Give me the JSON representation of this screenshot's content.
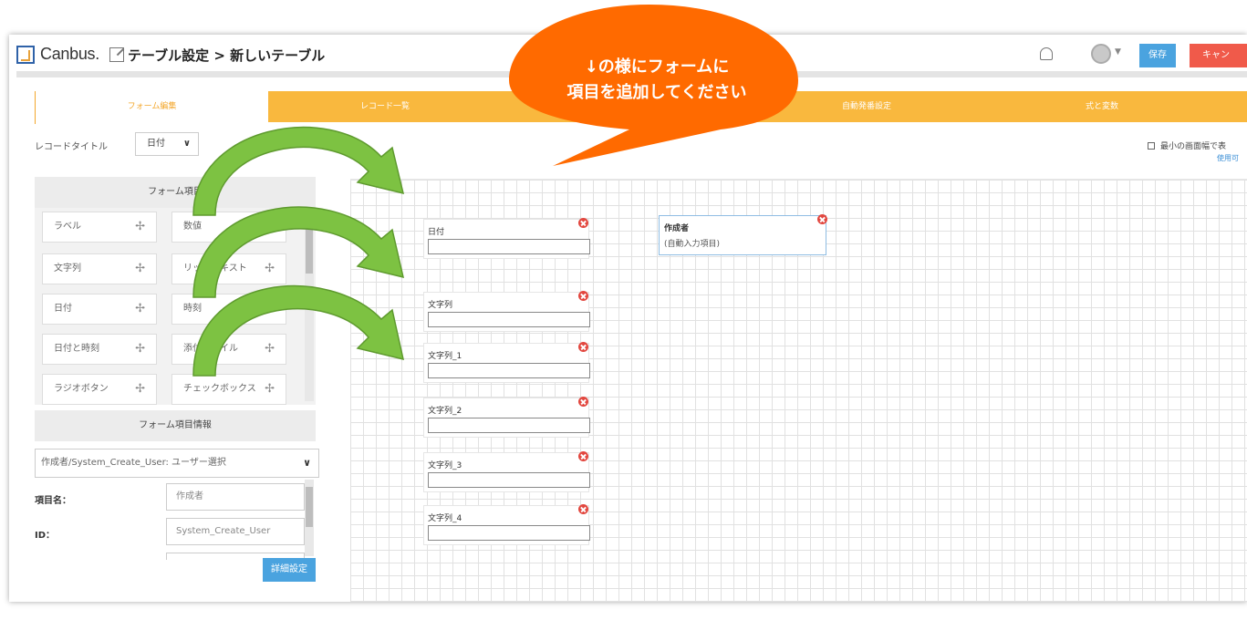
{
  "app": {
    "logo_text": "Canbus."
  },
  "header": {
    "breadcrumb": "テーブル設定 > 新しいテーブル",
    "save_label": "保存",
    "cancel_label": "キャン"
  },
  "tabs": [
    {
      "label": "フォーム編集",
      "active": true
    },
    {
      "label": "レコード一覧",
      "active": false
    },
    {
      "label": "自動発番設定",
      "active": false
    },
    {
      "label": "式と変数",
      "active": false
    }
  ],
  "record_title": {
    "label": "レコードタイトル",
    "value": "日付"
  },
  "min_width": {
    "label": "最小の画面幅で表",
    "link": "使用可"
  },
  "form_items": {
    "header": "フォーム項目",
    "items": [
      {
        "label": "ラベル"
      },
      {
        "label": "数値"
      },
      {
        "label": "文字列"
      },
      {
        "label": "リッチテキスト"
      },
      {
        "label": "日付"
      },
      {
        "label": "時刻"
      },
      {
        "label": "日付と時刻"
      },
      {
        "label": "添付ファイル"
      },
      {
        "label": "ラジオボタン"
      },
      {
        "label": "チェックボックス"
      }
    ]
  },
  "item_info": {
    "header": "フォーム項目情報",
    "selected": "作成者/System_Create_User: ユーザー選択",
    "name_label": "項目名：",
    "name_value": "作成者",
    "id_label": "ID：",
    "id_value": "System_Create_User",
    "detail_button": "詳細設定"
  },
  "canvas": {
    "fields": [
      {
        "label": "日付"
      },
      {
        "label": "文字列"
      },
      {
        "label": "文字列_1"
      },
      {
        "label": "文字列_2"
      },
      {
        "label": "文字列_3"
      },
      {
        "label": "文字列_4"
      }
    ],
    "author": {
      "label": "作成者",
      "value": "(自動入力項目)"
    }
  },
  "callout": {
    "line1": "↓の様にフォームに",
    "line2": "項目を追加してください",
    "color": "#ff6a00"
  },
  "arrow_color": "#7dc242"
}
